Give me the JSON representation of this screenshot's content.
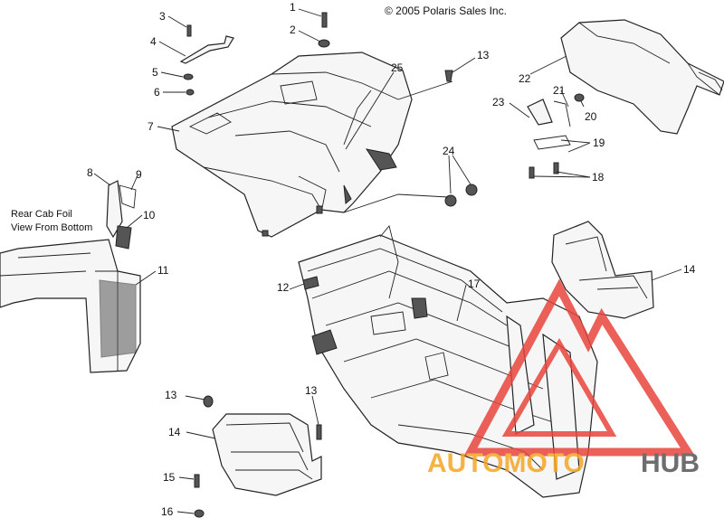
{
  "copyright": "© 2005 Polaris Sales Inc.",
  "view_note": [
    "Rear Cab Foil",
    "View From Bottom"
  ],
  "callouts": [
    {
      "id": "c1",
      "text": "1"
    },
    {
      "id": "c2",
      "text": "2"
    },
    {
      "id": "c3",
      "text": "3"
    },
    {
      "id": "c4",
      "text": "4"
    },
    {
      "id": "c5",
      "text": "5"
    },
    {
      "id": "c6",
      "text": "6"
    },
    {
      "id": "c7",
      "text": "7"
    },
    {
      "id": "c8",
      "text": "8"
    },
    {
      "id": "c9",
      "text": "9"
    },
    {
      "id": "c10",
      "text": "10"
    },
    {
      "id": "c11",
      "text": "11"
    },
    {
      "id": "c12",
      "text": "12"
    },
    {
      "id": "c13a",
      "text": "13"
    },
    {
      "id": "c13b",
      "text": "13"
    },
    {
      "id": "c13c",
      "text": "13"
    },
    {
      "id": "c14a",
      "text": "14"
    },
    {
      "id": "c14b",
      "text": "14"
    },
    {
      "id": "c15",
      "text": "15"
    },
    {
      "id": "c16",
      "text": "16"
    },
    {
      "id": "c17",
      "text": "17"
    },
    {
      "id": "c18",
      "text": "18"
    },
    {
      "id": "c19",
      "text": "19"
    },
    {
      "id": "c20",
      "text": "20"
    },
    {
      "id": "c21",
      "text": "21"
    },
    {
      "id": "c22",
      "text": "22"
    },
    {
      "id": "c23",
      "text": "23"
    },
    {
      "id": "c24",
      "text": "24"
    },
    {
      "id": "c25",
      "text": "25"
    }
  ],
  "watermark": {
    "part1": "AUTOMOTO",
    "part2": "HUB",
    "color1": "#f5a623",
    "color2": "#555555",
    "triangle_color": "#e8453c"
  },
  "colors": {
    "line": "#222222",
    "part_fill": "#f6f6f6"
  }
}
